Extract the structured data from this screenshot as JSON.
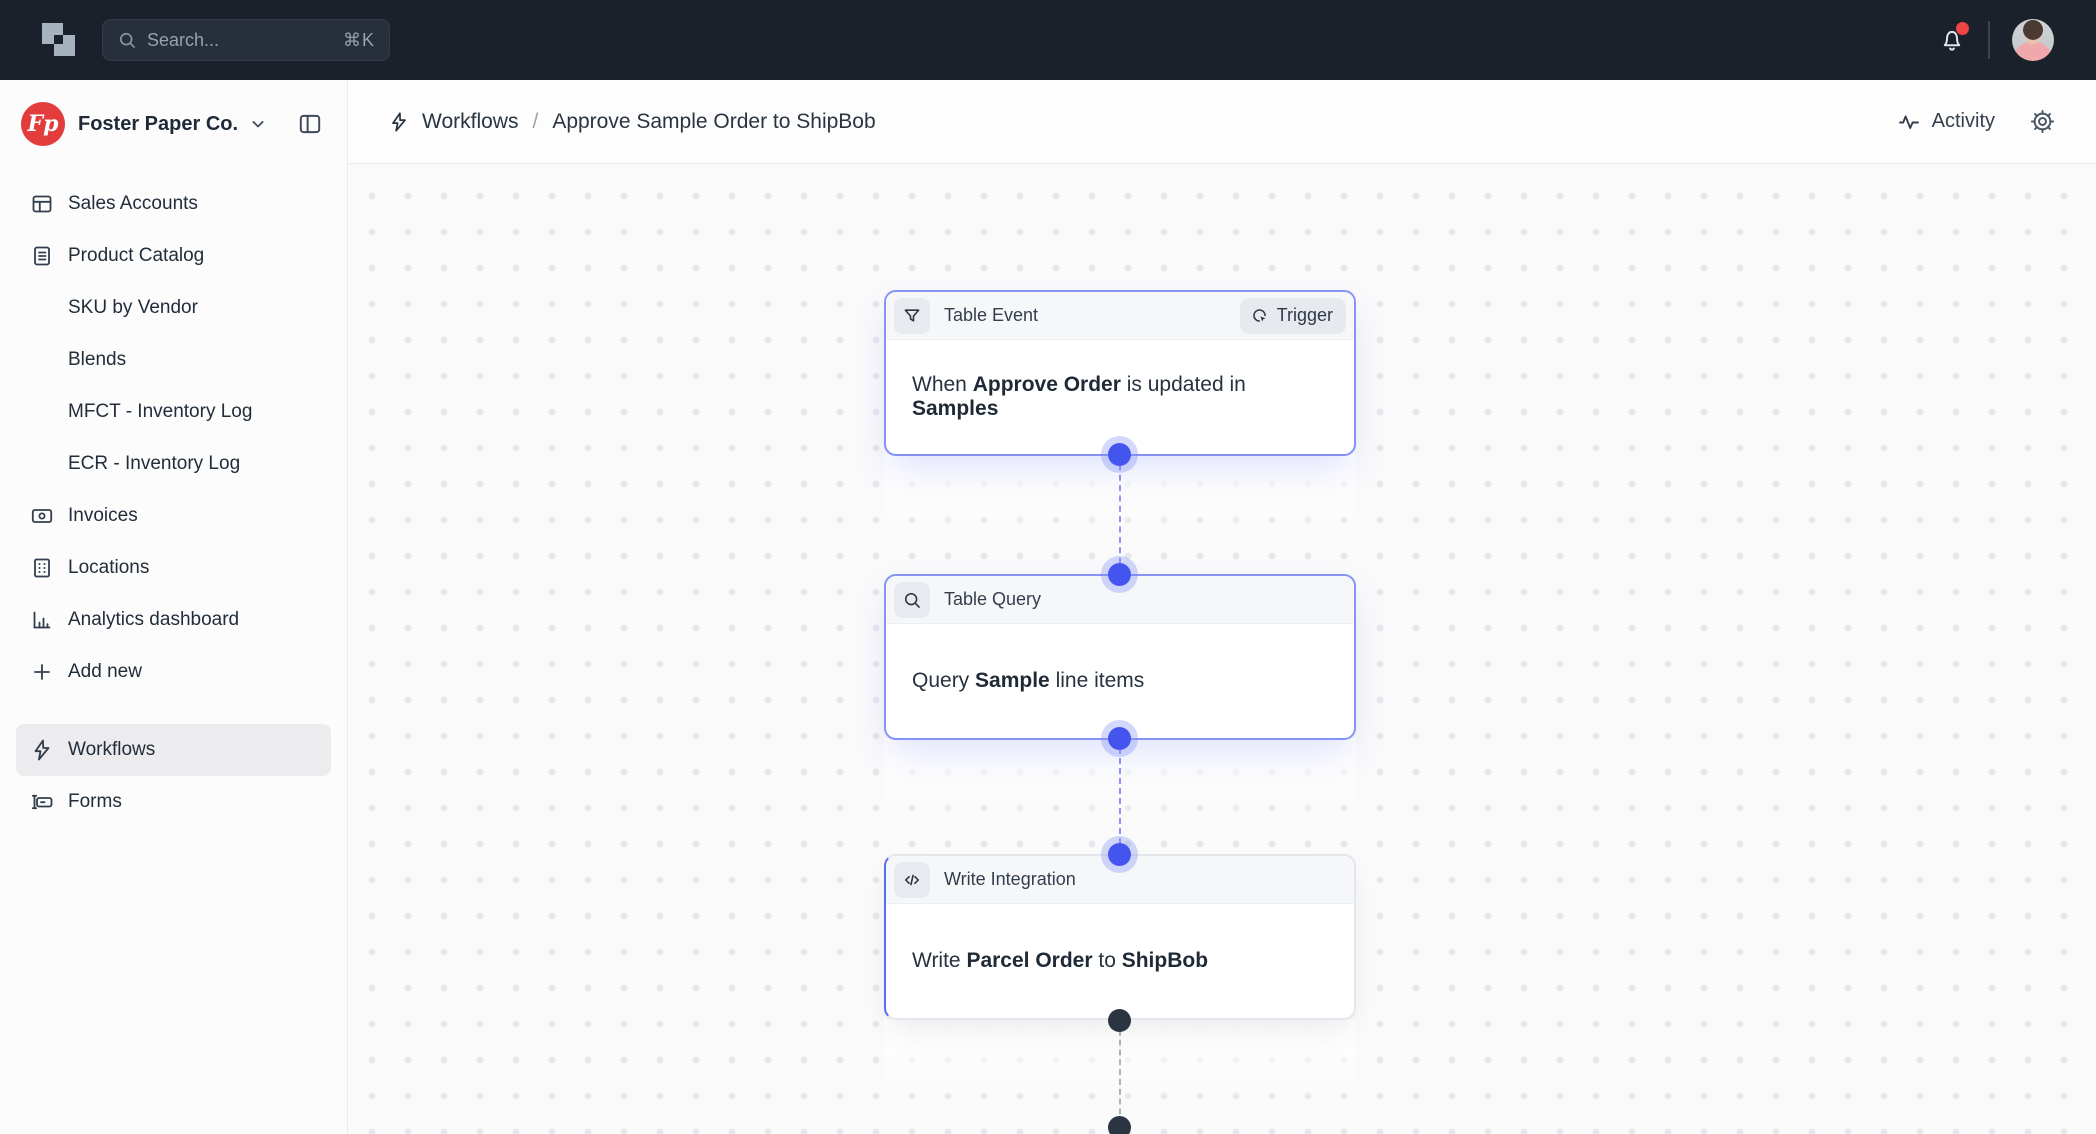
{
  "colors": {
    "topbar_bg": "#1a212b",
    "accent_indigo": "#5b6bf0",
    "connector_dot_blue": "#4355ee",
    "connector_dot_dark": "#2b3542",
    "logo_red": "#e23c3c",
    "notification_red": "#ef4444"
  },
  "topbar": {
    "logo_icon": "overlapping-squares-icon",
    "search_placeholder": "Search...",
    "search_shortcut": "⌘K",
    "bell_icon": "bell-icon",
    "avatar": "user-avatar-photo"
  },
  "sidebar": {
    "company": "Foster Paper Co.",
    "company_logo_text": "Fp",
    "collapse_icon": "panel-left-icon",
    "items": [
      {
        "label": "Sales Accounts",
        "icon": "table-icon",
        "indent": false,
        "active": false
      },
      {
        "label": "Product Catalog",
        "icon": "document-icon",
        "indent": false,
        "active": false
      },
      {
        "label": "SKU by Vendor",
        "icon": "",
        "indent": true,
        "active": false
      },
      {
        "label": "Blends",
        "icon": "",
        "indent": true,
        "active": false
      },
      {
        "label": "MFCT - Inventory Log",
        "icon": "",
        "indent": true,
        "active": false
      },
      {
        "label": "ECR - Inventory Log",
        "icon": "",
        "indent": true,
        "active": false
      },
      {
        "label": "Invoices",
        "icon": "banknote-icon",
        "indent": false,
        "active": false
      },
      {
        "label": "Locations",
        "icon": "building-icon",
        "indent": false,
        "active": false
      },
      {
        "label": "Analytics dashboard",
        "icon": "bar-chart-icon",
        "indent": false,
        "active": false
      },
      {
        "label": "Add new",
        "icon": "plus-icon",
        "indent": false,
        "active": false
      },
      {
        "label": "Workflows",
        "icon": "zap-icon",
        "indent": false,
        "active": true
      },
      {
        "label": "Forms",
        "icon": "form-input-icon",
        "indent": false,
        "active": false
      }
    ]
  },
  "header": {
    "breadcrumb_icon": "zap-icon",
    "breadcrumb_section": "Workflows",
    "breadcrumb_separator": "/",
    "breadcrumb_page": "Approve Sample Order to ShipBob",
    "activity_label": "Activity",
    "activity_icon": "pulse-icon",
    "settings_icon": "gear-icon"
  },
  "canvas": {
    "nodes": [
      {
        "title": "Table Event",
        "icon": "funnel-icon",
        "badge": "Trigger",
        "badge_icon": "automation-trigger-icon",
        "body_parts": [
          {
            "text": "When "
          },
          {
            "text": "Approve Order",
            "bold": true
          },
          {
            "text": " is updated in "
          },
          {
            "text": "Samples",
            "bold": true
          }
        ]
      },
      {
        "title": "Table Query",
        "icon": "search-icon",
        "body_parts": [
          {
            "text": "Query "
          },
          {
            "text": "Sample",
            "bold": true
          },
          {
            "text": " line items"
          }
        ]
      },
      {
        "title": "Write Integration",
        "icon": "code-icon",
        "body_parts": [
          {
            "text": "Write "
          },
          {
            "text": "Parcel Order",
            "bold": true
          },
          {
            "text": " to "
          },
          {
            "text": "ShipBob",
            "bold": true
          }
        ]
      }
    ]
  }
}
